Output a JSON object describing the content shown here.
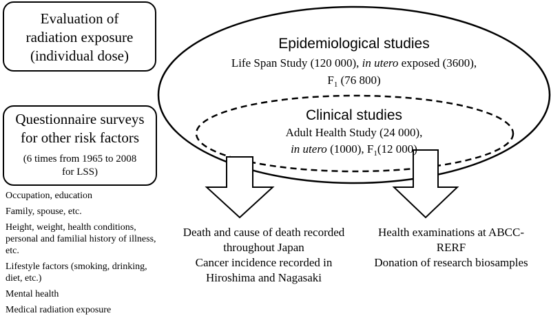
{
  "evaluation_box": {
    "lines": [
      "Evaluation of",
      "radiation exposure",
      "(individual dose)"
    ]
  },
  "questionnaire_box": {
    "title_lines": [
      "Questionnaire surveys",
      "for other risk factors"
    ],
    "note_lines": [
      "(6 times from 1965 to 2008",
      "for LSS)"
    ]
  },
  "risk_factors": [
    "Occupation, education",
    "Family, spouse, etc.",
    "Height, weight, health conditions, personal and familial history of illness, etc.",
    "Lifestyle factors (smoking, drinking, diet, etc.)",
    "Mental health",
    "Medical radiation exposure"
  ],
  "epidemiological": {
    "title": "Epidemiological studies",
    "line1": "Life Span Study (120 000), ",
    "line1_italic": "in utero",
    "line1_tail": " exposed (3600),",
    "line2_prefix": "F",
    "line2_sub": "1",
    "line2_tail": " (76 800)"
  },
  "clinical": {
    "title": "Clinical studies",
    "line1": "Adult Health Study (24 000),",
    "line2_italic": "in utero",
    "line2_mid": " (1000), F",
    "line2_sub": "1",
    "line2_tail": "(12 000)"
  },
  "outcome_left": [
    "Death and cause of death recorded",
    "throughout Japan",
    "Cancer incidence recorded in",
    "Hiroshima and Nagasaki"
  ],
  "outcome_right": [
    "Health examinations at ABCC-",
    "RERF",
    "Donation of research biosamples"
  ]
}
